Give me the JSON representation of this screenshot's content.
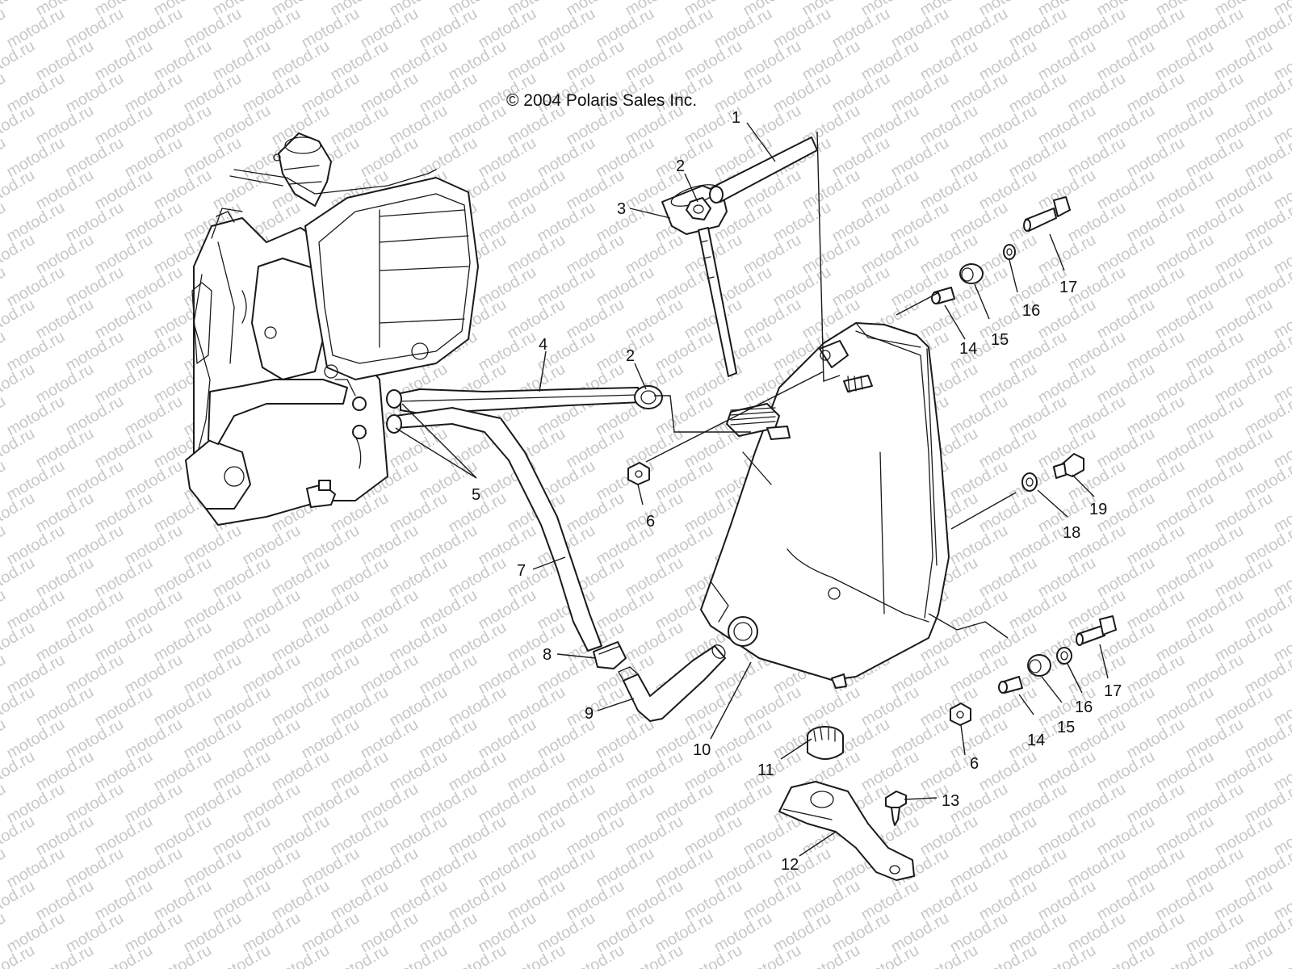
{
  "watermark": "motod.ru",
  "copyright": "© 2004 Polaris Sales Inc.",
  "callouts": [
    {
      "id": "c1",
      "label": "1"
    },
    {
      "id": "c2a",
      "label": "2"
    },
    {
      "id": "c2b",
      "label": "2"
    },
    {
      "id": "c3",
      "label": "3"
    },
    {
      "id": "c4",
      "label": "4"
    },
    {
      "id": "c5",
      "label": "5"
    },
    {
      "id": "c6a",
      "label": "6"
    },
    {
      "id": "c6b",
      "label": "6"
    },
    {
      "id": "c7",
      "label": "7"
    },
    {
      "id": "c8",
      "label": "8"
    },
    {
      "id": "c9",
      "label": "9"
    },
    {
      "id": "c10",
      "label": "10"
    },
    {
      "id": "c11",
      "label": "11"
    },
    {
      "id": "c12",
      "label": "12"
    },
    {
      "id": "c13",
      "label": "13"
    },
    {
      "id": "c14a",
      "label": "14"
    },
    {
      "id": "c14b",
      "label": "14"
    },
    {
      "id": "c15a",
      "label": "15"
    },
    {
      "id": "c15b",
      "label": "15"
    },
    {
      "id": "c16a",
      "label": "16"
    },
    {
      "id": "c16b",
      "label": "16"
    },
    {
      "id": "c17a",
      "label": "17"
    },
    {
      "id": "c17b",
      "label": "17"
    },
    {
      "id": "c18",
      "label": "18"
    },
    {
      "id": "c19",
      "label": "19"
    }
  ]
}
